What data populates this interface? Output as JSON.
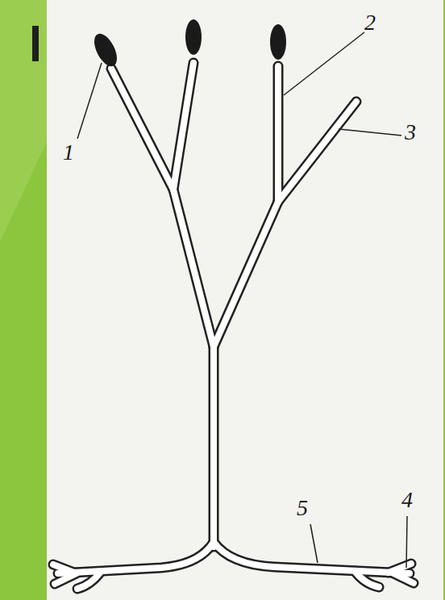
{
  "diagram": {
    "labels": [
      "1",
      "2",
      "3",
      "4",
      "5"
    ]
  }
}
